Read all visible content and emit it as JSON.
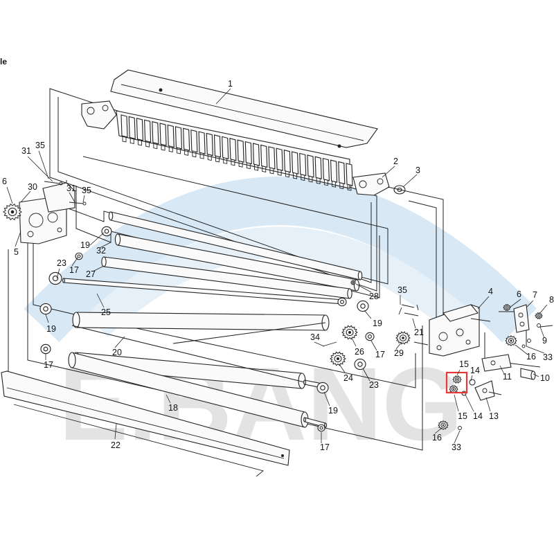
{
  "header_fragment": "le",
  "watermark": "E.BANG",
  "brand_colors": {
    "arc": "#d8e8f5",
    "watermark": "#e3e3e3",
    "highlight": "#e53935"
  },
  "highlight_label": "highlighted-gear-pair-15",
  "part_numbers": {
    "p1": "1",
    "p2": "2",
    "p3": "3",
    "p4": "4",
    "p5": "5",
    "p6_left": "6",
    "p6_right": "6",
    "p7": "7",
    "p8": "8",
    "p9": "9",
    "p10": "10",
    "p11": "11",
    "p13": "13",
    "p14_a": "14",
    "p14_b": "14",
    "p15_a": "15",
    "p15_b": "15",
    "p16_a": "16",
    "p16_b": "16",
    "p17_a": "17",
    "p17_b": "17",
    "p17_c": "17",
    "p17_d": "17",
    "p18": "18",
    "p19_a": "19",
    "p19_b": "19",
    "p19_c": "19",
    "p19_d": "19",
    "p20": "20",
    "p21": "21",
    "p22": "22",
    "p23_a": "23",
    "p23_b": "23",
    "p24": "24",
    "p25": "25",
    "p26": "26",
    "p27": "27",
    "p28": "28",
    "p29": "29",
    "p30": "30",
    "p31_a": "31",
    "p31_b": "31",
    "p32": "32",
    "p33_a": "33",
    "p33_b": "33",
    "p34": "34",
    "p35_a": "35",
    "p35_b": "35",
    "p35_c": "35"
  }
}
